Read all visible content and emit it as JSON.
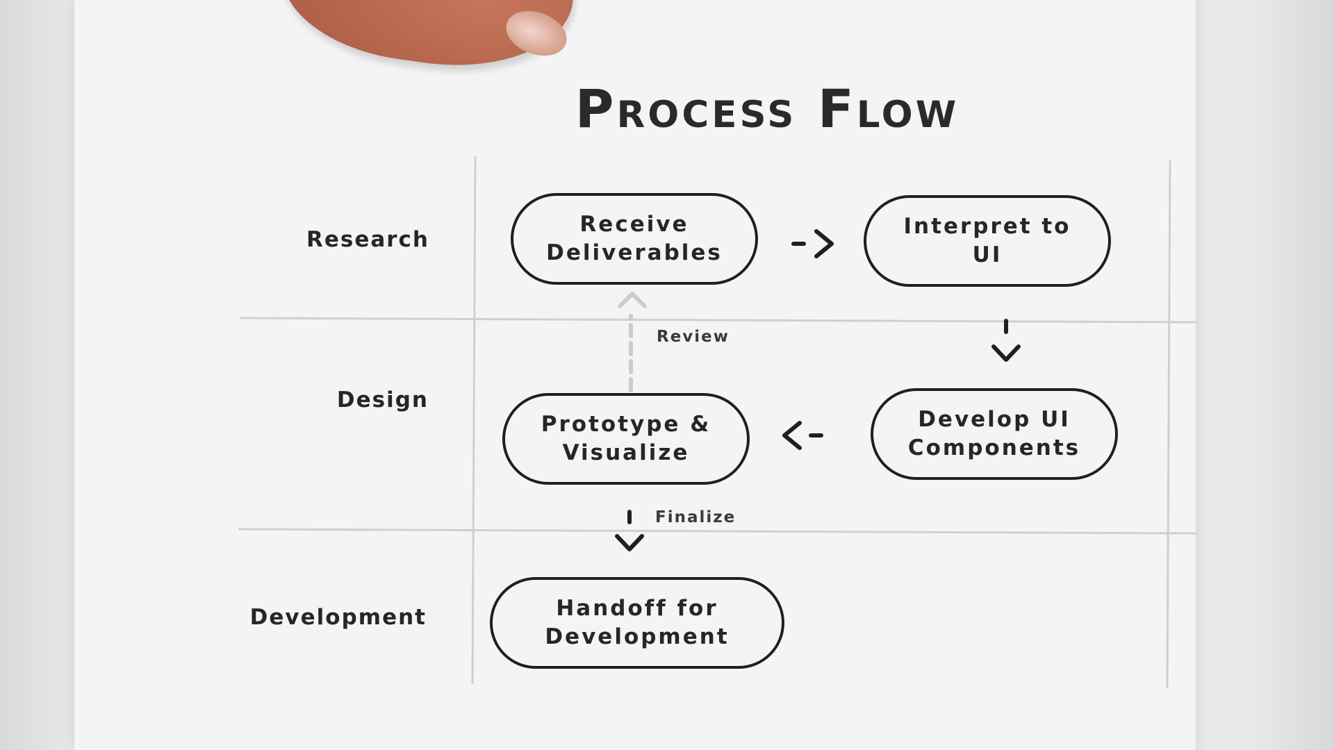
{
  "diagram": {
    "title": "Process Flow",
    "lanes": [
      {
        "label": "Research"
      },
      {
        "label": "Design"
      },
      {
        "label": "Development"
      }
    ],
    "nodes": [
      {
        "id": "receive",
        "label": "Receive\nDeliverables"
      },
      {
        "id": "interpret",
        "label": "Interpret to\nUI"
      },
      {
        "id": "develop",
        "label": "Develop UI\nComponents"
      },
      {
        "id": "prototype",
        "label": "Prototype &\nVisualize"
      },
      {
        "id": "handoff",
        "label": "Handoff for\nDevelopment"
      }
    ],
    "edges": [
      {
        "from": "receive",
        "to": "interpret",
        "label": ""
      },
      {
        "from": "interpret",
        "to": "develop",
        "label": ""
      },
      {
        "from": "develop",
        "to": "prototype",
        "label": ""
      },
      {
        "from": "prototype",
        "to": "receive",
        "label": "Review"
      },
      {
        "from": "prototype",
        "to": "handoff",
        "label": "Finalize"
      }
    ],
    "colors": {
      "ink": "#1f1f1f",
      "grid": "#cfcfcf",
      "dashed": "#cccccc",
      "paper": "#f4f4f4"
    }
  }
}
